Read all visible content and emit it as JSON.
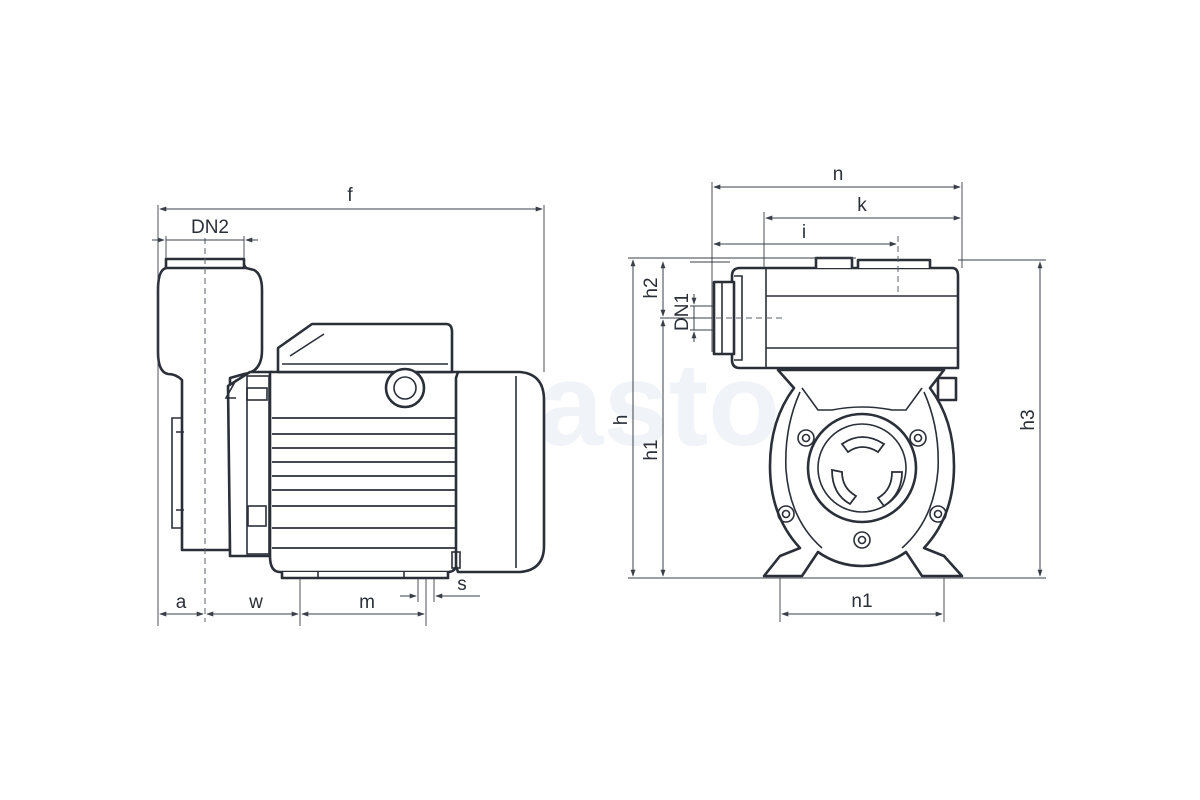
{
  "watermark": "Aquastory",
  "side_view": {
    "labels": {
      "f": "f",
      "dn2": "DN2",
      "a": "a",
      "w": "w",
      "m": "m",
      "s": "s"
    }
  },
  "front_view": {
    "labels": {
      "n": "n",
      "k": "k",
      "i": "i",
      "h2": "h2",
      "dn1": "DN1",
      "h": "h",
      "h1": "h1",
      "h3": "h3",
      "n1": "n1"
    }
  },
  "colors": {
    "line": "#2b2f38",
    "watermark": "#dfe6f0",
    "background": "#ffffff"
  }
}
